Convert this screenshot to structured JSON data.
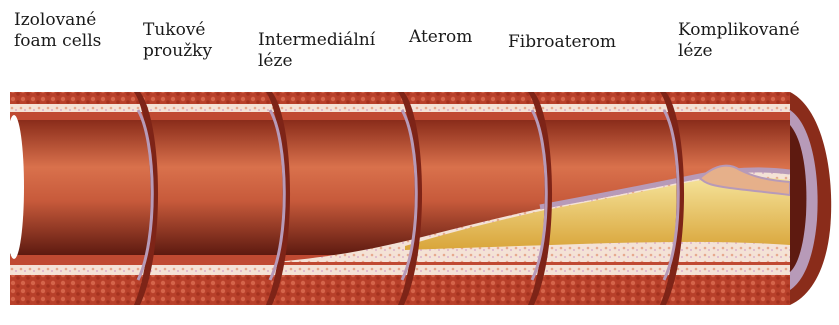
{
  "stages": [
    {
      "lines": [
        "Izolované",
        "foam cells"
      ]
    },
    {
      "lines": [
        "Tukové",
        "proužky"
      ]
    },
    {
      "lines": [
        "Intermediální",
        "léze"
      ]
    },
    {
      "lines": [
        "Aterom"
      ]
    },
    {
      "lines": [
        "Fibroaterom"
      ]
    },
    {
      "lines": [
        "Komplikované",
        "léze"
      ]
    }
  ],
  "colors": {
    "wall_outer": "#b9462a",
    "wall_dark": "#7e2417",
    "lumen_light": "#e9946b",
    "lumen_mid": "#c8583a",
    "lumen_dark": "#5e1a10",
    "intima": "#f3ded0",
    "plaque": "#e8c24e",
    "plaque_light": "#f2dc8c",
    "media": "#f0c8b4",
    "cap_violet": "#b79ab8"
  }
}
